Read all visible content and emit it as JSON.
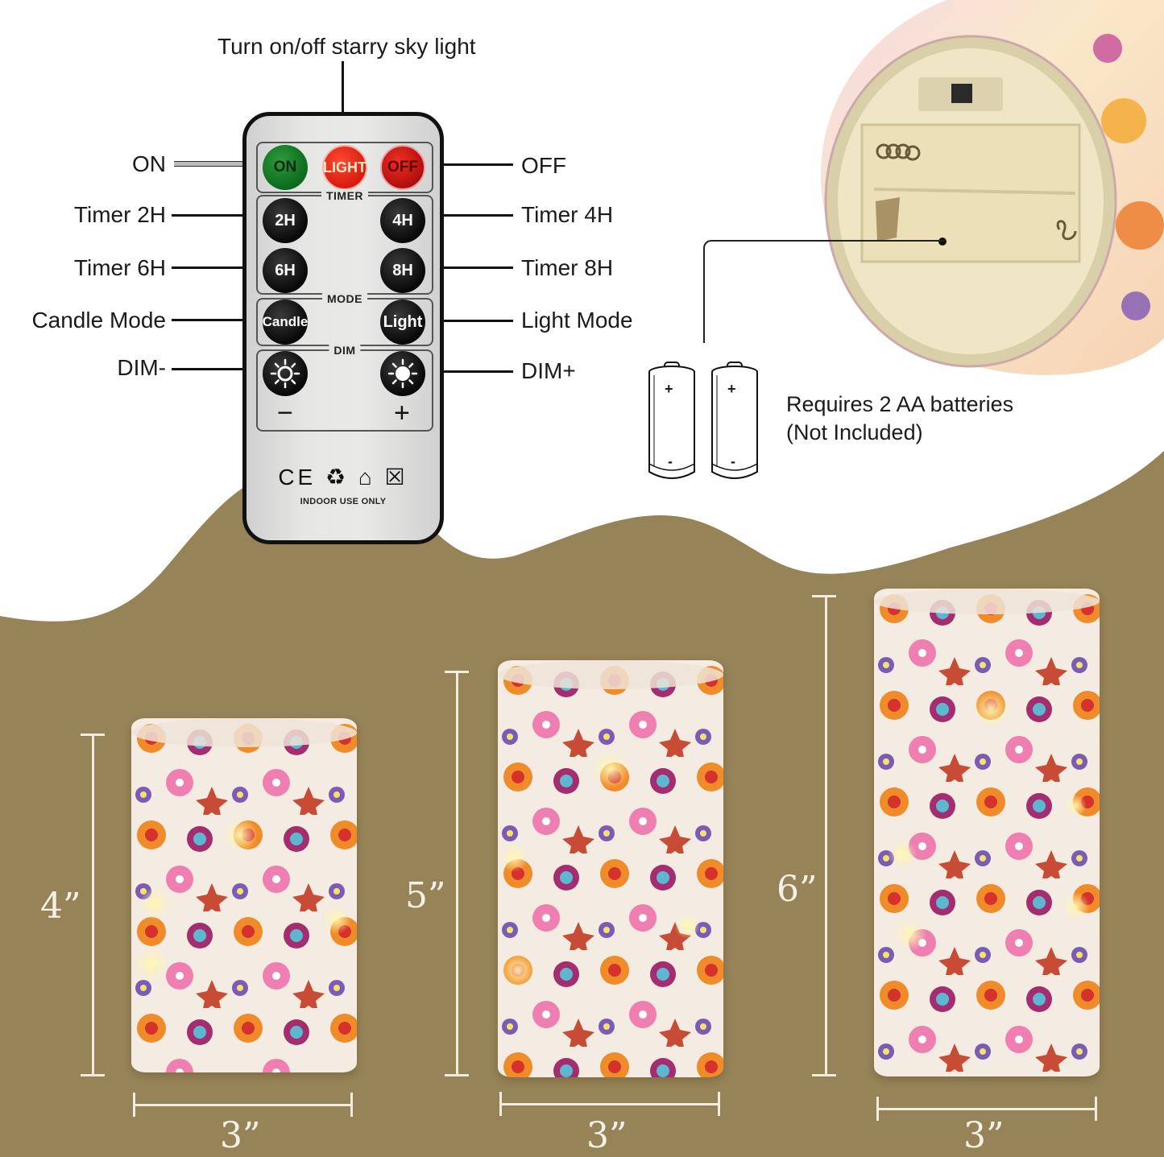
{
  "colors": {
    "background_top": "#ffffff",
    "background_bottom": "#968458",
    "dimension_text": "#f6f1e6",
    "remote_body": "#e6e6e5",
    "on_button": "#1a8a2e",
    "light_button": "#ee2a1a",
    "off_button": "#d21616",
    "candle_inner": "#f3ece0"
  },
  "remote": {
    "top_callout": "Turn on/off starry sky light",
    "buttons": {
      "on": "ON",
      "light": "LIGHT",
      "off": "OFF",
      "timer_2h": "2H",
      "timer_4h": "4H",
      "timer_6h": "6H",
      "timer_8h": "8H",
      "candle": "Candle",
      "light_mode": "Light",
      "dim_minus_symbol": "−",
      "dim_plus_symbol": "+"
    },
    "group_titles": {
      "timer": "TIMER",
      "mode": "MODE",
      "dim": "DIM"
    },
    "cert_icons": "CE ♻ ⌂ ☒",
    "cert_text": "INDOOR USE ONLY",
    "left_labels": {
      "on": "ON",
      "timer_2h": "Timer 2H",
      "timer_6h": "Timer 6H",
      "candle_mode": "Candle Mode",
      "dim_minus": "DIM-"
    },
    "right_labels": {
      "off": "OFF",
      "timer_4h": "Timer 4H",
      "timer_8h": "Timer 8H",
      "light_mode": "Light Mode",
      "dim_plus": "DIM+"
    }
  },
  "battery": {
    "line1": "Requires 2 AA batteries",
    "line2": "(Not Included)",
    "count": 2,
    "plus": "+",
    "minus": "-"
  },
  "candles": [
    {
      "height_label": "4”",
      "width_label": "3”"
    },
    {
      "height_label": "5”",
      "width_label": "3”"
    },
    {
      "height_label": "6”",
      "width_label": "3”"
    }
  ]
}
